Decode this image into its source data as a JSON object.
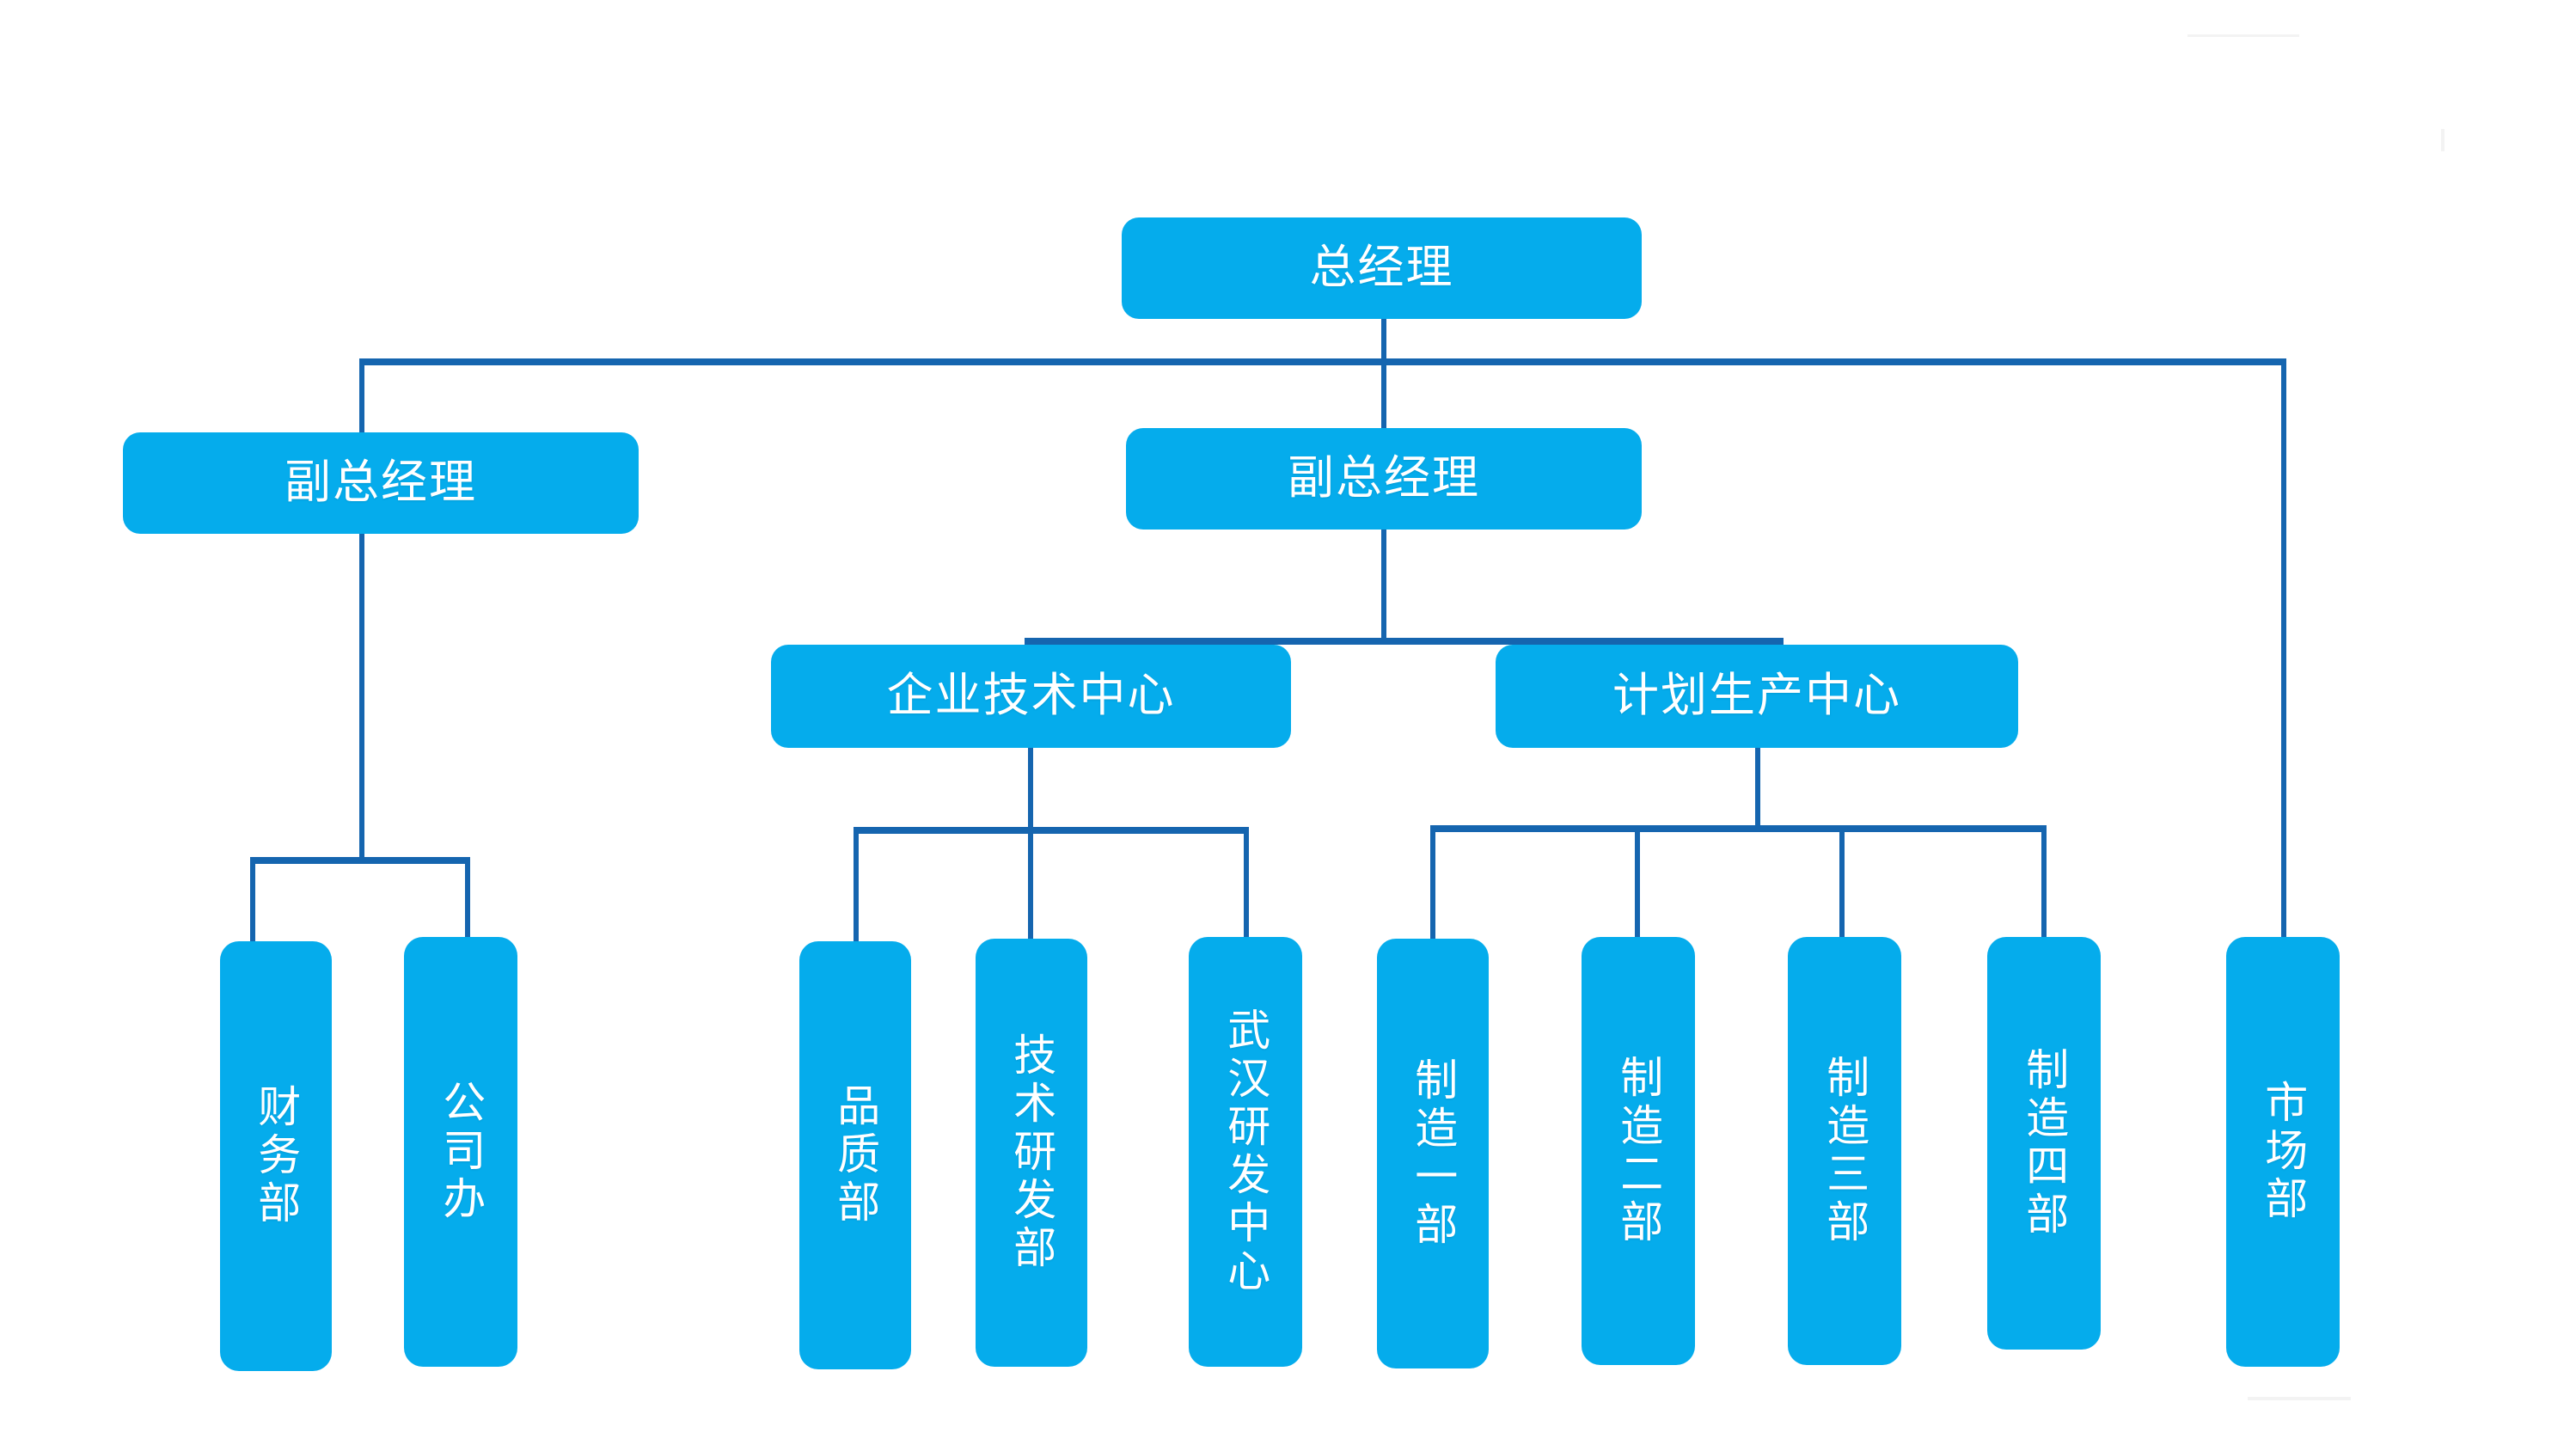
{
  "chart": {
    "type": "org-chart",
    "title": "",
    "theme": {
      "node_fill": "#05ACEC",
      "node_text": "#FFFFFF",
      "connector": "#1565AF",
      "background": "#FFFFFF"
    },
    "levels": [
      {
        "level": 1,
        "nodes": [
          {
            "id": "gm",
            "label": "总经理",
            "orientation": "horizontal"
          }
        ]
      },
      {
        "level": 2,
        "nodes": [
          {
            "id": "dgm_left",
            "label": "副总经理",
            "orientation": "horizontal"
          },
          {
            "id": "dgm_center",
            "label": "副总经理",
            "orientation": "horizontal"
          }
        ]
      },
      {
        "level": 3,
        "nodes": [
          {
            "id": "tech_center",
            "label": "企业技术中心",
            "orientation": "horizontal"
          },
          {
            "id": "plan_center",
            "label": "计划生产中心",
            "orientation": "horizontal"
          }
        ]
      },
      {
        "level": 4,
        "nodes": [
          {
            "id": "finance",
            "label": "财务部",
            "orientation": "vertical"
          },
          {
            "id": "company_office",
            "label": "公司办",
            "orientation": "vertical"
          },
          {
            "id": "quality",
            "label": "品质部",
            "orientation": "vertical"
          },
          {
            "id": "tech_rd",
            "label": "技术研发部",
            "orientation": "vertical"
          },
          {
            "id": "wuhan_rd",
            "label": "武汉研发中心",
            "orientation": "vertical"
          },
          {
            "id": "mfg1",
            "label": "制造一部",
            "orientation": "vertical"
          },
          {
            "id": "mfg2",
            "label": "制造二部",
            "orientation": "vertical"
          },
          {
            "id": "mfg3",
            "label": "制造三部",
            "orientation": "vertical"
          },
          {
            "id": "mfg4",
            "label": "制造四部",
            "orientation": "vertical"
          },
          {
            "id": "marketing",
            "label": "市场部",
            "orientation": "vertical"
          }
        ]
      }
    ],
    "edges": [
      {
        "from": "gm",
        "to": "dgm_left"
      },
      {
        "from": "gm",
        "to": "dgm_center"
      },
      {
        "from": "gm",
        "to": "marketing"
      },
      {
        "from": "dgm_left",
        "to": "finance"
      },
      {
        "from": "dgm_left",
        "to": "company_office"
      },
      {
        "from": "dgm_center",
        "to": "tech_center"
      },
      {
        "from": "dgm_center",
        "to": "plan_center"
      },
      {
        "from": "tech_center",
        "to": "quality"
      },
      {
        "from": "tech_center",
        "to": "tech_rd"
      },
      {
        "from": "tech_center",
        "to": "wuhan_rd"
      },
      {
        "from": "plan_center",
        "to": "mfg1"
      },
      {
        "from": "plan_center",
        "to": "mfg2"
      },
      {
        "from": "plan_center",
        "to": "mfg3"
      },
      {
        "from": "plan_center",
        "to": "mfg4"
      }
    ]
  }
}
